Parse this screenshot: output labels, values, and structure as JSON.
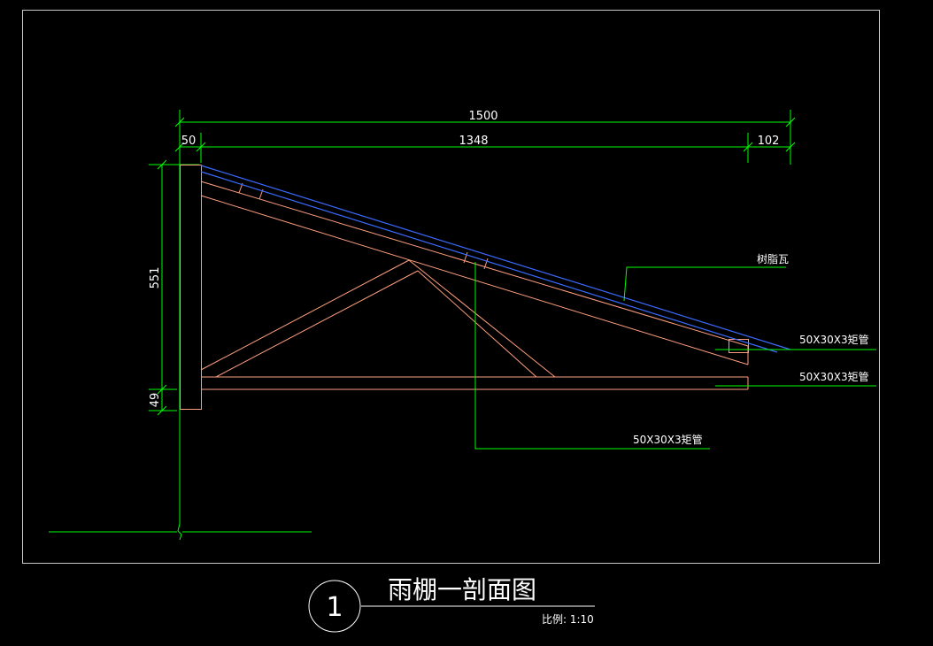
{
  "dimensions": {
    "overall_width": "1500",
    "left_segment": "50",
    "middle_segment": "1348",
    "right_segment": "102",
    "height": "551",
    "base_height": "49"
  },
  "labels": {
    "roof_material": "树脂瓦",
    "top_tube": "50X30X3矩管",
    "bottom_tube": "50X30X3矩管",
    "inner_tube": "50X30X3矩管"
  },
  "title": {
    "number": "1",
    "name": "雨棚一剖面图",
    "scale": "比例: 1:10"
  },
  "colors": {
    "frame": "#c8c8c8",
    "dimension": "#00ff00",
    "structure": "#ff9f7f",
    "roof": "#3a6bff",
    "text": "#ffffff"
  }
}
